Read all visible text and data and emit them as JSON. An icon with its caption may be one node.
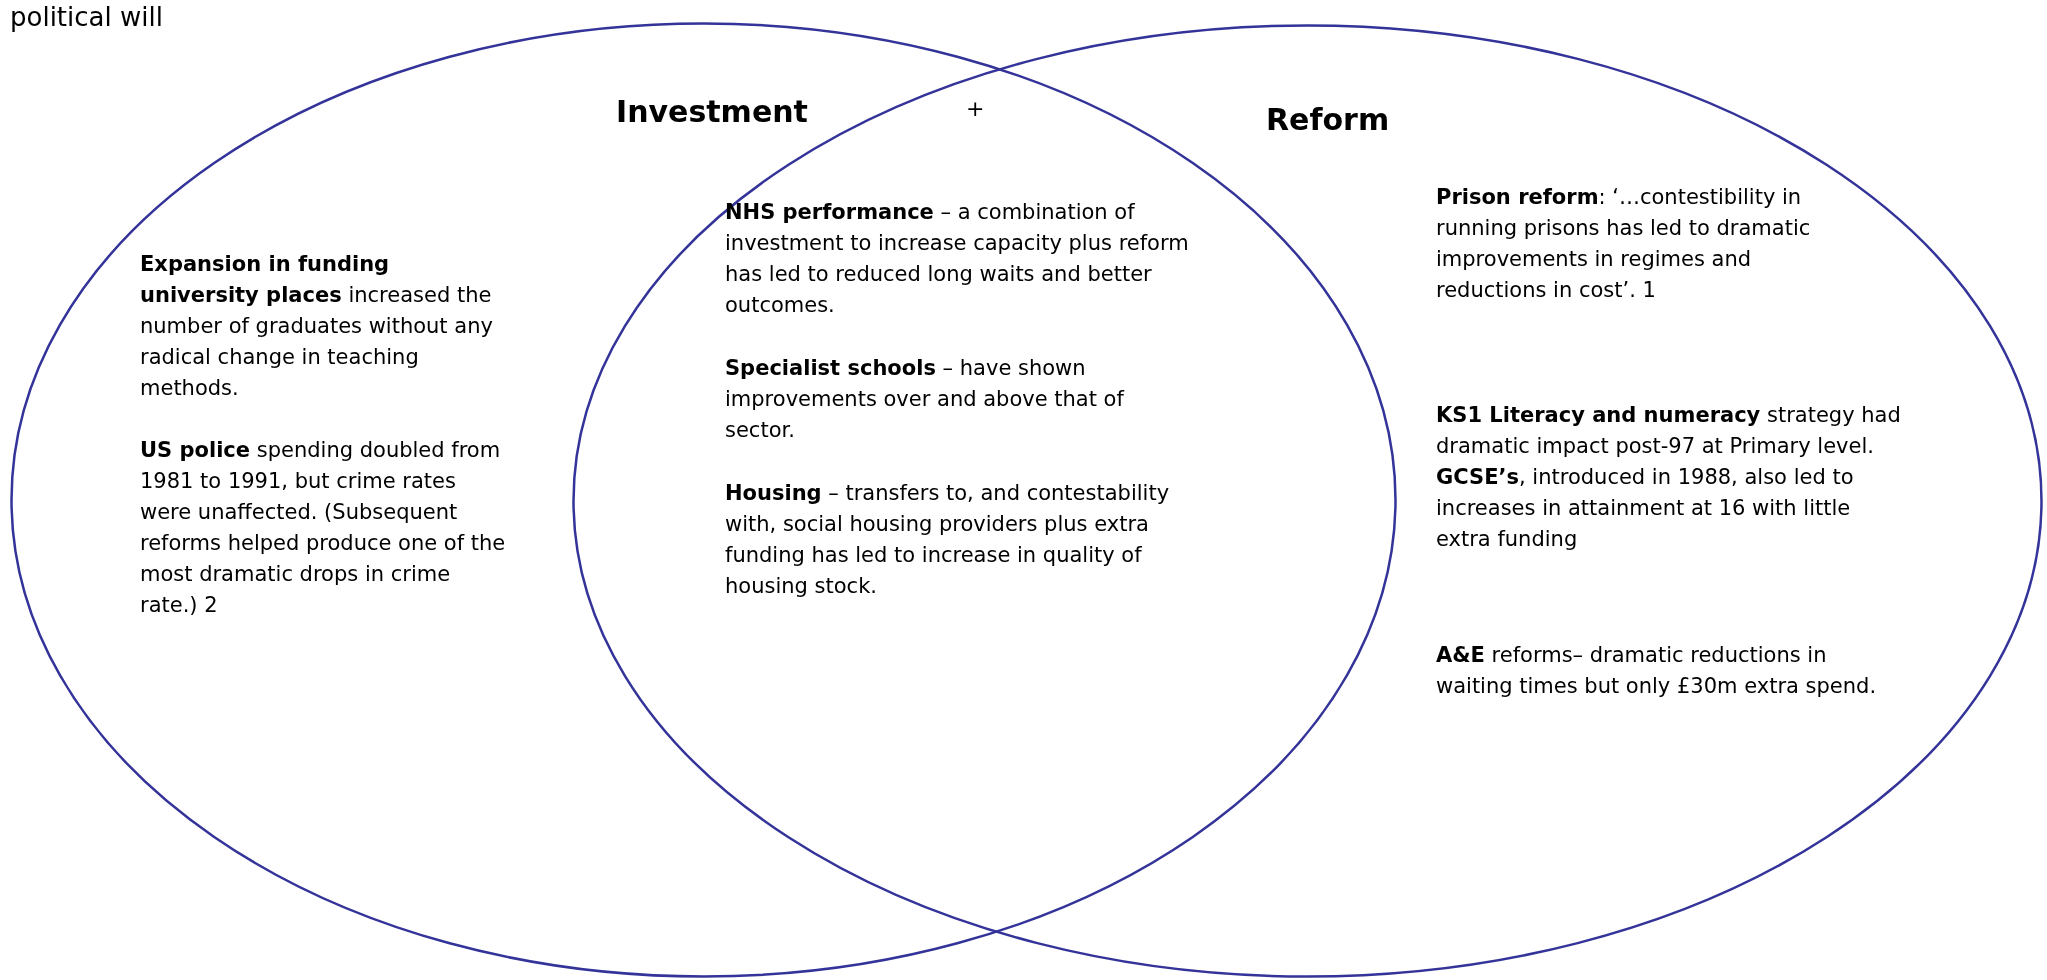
{
  "diagram": {
    "nodes": [
      {
        "text": [
          "Investment"
        ]
      },
      {
        "text": [
          "Reform"
        ]
      }
    ],
    "labels": [
      "political will",
      "+",
      "**Expansion in funding university places** increased the number of graduates without any radical change in teaching methods.",
      "**US police** spending doubled from 1981 to 1991, but crime rates were unaffected. (Subsequent reforms helped produce one of the most dramatic drops in crime rate.) 2",
      "**NHS performance** – a combination of investment to increase capacity plus reform has led to reduced long waits and better outcomes.",
      "**Specialist schools** – have shown improvements over and above that of sector.",
      "**Housing** – transfers to, and contestability with, social housing providers plus extra funding has led to increase in quality of housing stock.",
      "**Prison reform**: ‘…contestibility in running prisons has led to dramatic improvements in regimes and reductions in cost’. 1",
      "**KS1 Literacy and numeracy** strategy had dramatic impact post-97 at Primary level.",
      "**GCSE’s**, introduced in 1988, also led to increases in attainment at 16 with little extra funding",
      "**A&E** reforms– dramatic reductions in waiting times but only £30m extra spend."
    ]
  }
}
